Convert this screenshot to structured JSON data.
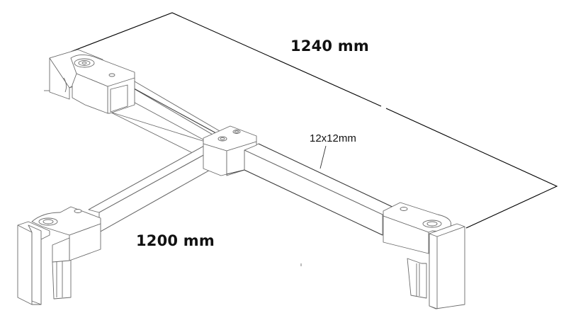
{
  "diagram": {
    "type": "technical-isometric-drawing",
    "subject": "T-shaped square-tube support bar with wall/glass clamps",
    "line_color": "#6a6a6a",
    "dimension_line_color": "#000000",
    "background": "#ffffff"
  },
  "dimensions": {
    "length_top": "1240 mm",
    "length_bottom": "1200 mm",
    "tube_profile": "12x12mm"
  },
  "components": [
    {
      "id": "clamp-top-left",
      "label": "wall clamp"
    },
    {
      "id": "clamp-bottom-left",
      "label": "glass clamp"
    },
    {
      "id": "clamp-bottom-right",
      "label": "glass clamp"
    },
    {
      "id": "center-connector",
      "label": "T-connector"
    },
    {
      "id": "tube-diagonal",
      "label": "square tube"
    },
    {
      "id": "tube-main",
      "label": "square tube"
    }
  ]
}
